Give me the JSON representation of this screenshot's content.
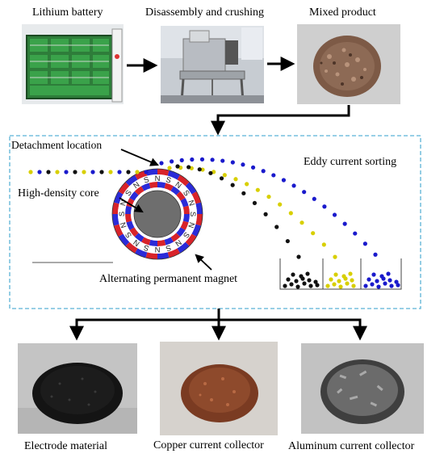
{
  "stages": {
    "battery": "Lithium battery",
    "disassembly": "Disassembly and crushing",
    "mixed": "Mixed product"
  },
  "separator": {
    "detachment": "Detachment location",
    "eddy": "Eddy current sorting",
    "core": "High-density core",
    "magnet": "Alternating permanent magnet",
    "pole_n": "N",
    "pole_s": "S"
  },
  "outputs": {
    "electrode": "Electrode material",
    "copper": "Copper current collector",
    "aluminum": "Aluminum current collector"
  },
  "colors": {
    "arrow": "#000000",
    "dashed_frame": "#5ab2d6",
    "particle_black": "#111111",
    "particle_yellow": "#d8cf00",
    "particle_blue": "#1a1acc",
    "magnet_red": "#d8232a",
    "magnet_blue": "#2b2bd8",
    "core_gray": "#6e6e6e"
  }
}
